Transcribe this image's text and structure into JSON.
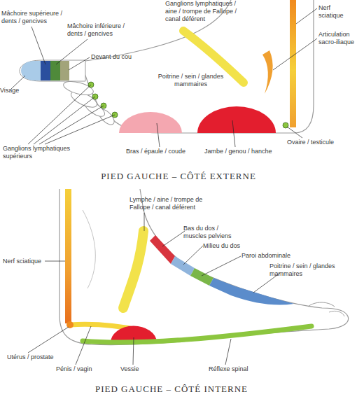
{
  "diagram": {
    "labels": [
      "Mâchoire supérieure / dents / gencives",
      "Mâchoire inférieure / dents / gencives",
      "Ganglions lymphatiques / aine / trompe de Fallope / canal déférent",
      "Nerf sciatique",
      "Devant du cou",
      "Articulation sacro-iliaque",
      "Poitrine / sein / glandes mammaires",
      "Visage",
      "Ganglions lymphatiques supérieurs",
      "Bras / épaule / coude",
      "Jambe / genou / hanche",
      "Ovaire / testicule",
      "PIED GAUCHE – CÔTÉ EXTERNE",
      "Lymphe / aine / trompe de Fallope / canal déférent",
      "Bas du dos / muscles pelviens",
      "Milieu du dos",
      "Paroi abdominale",
      "Nerf sciatique",
      "Poitrine / sein / glandes mammaires",
      "Utérus / prostate",
      "Pénis / vagin",
      "Vessie",
      "Réflexe spinal",
      "PIED GAUCHE – CÔTÉ INTERNE"
    ]
  }
}
